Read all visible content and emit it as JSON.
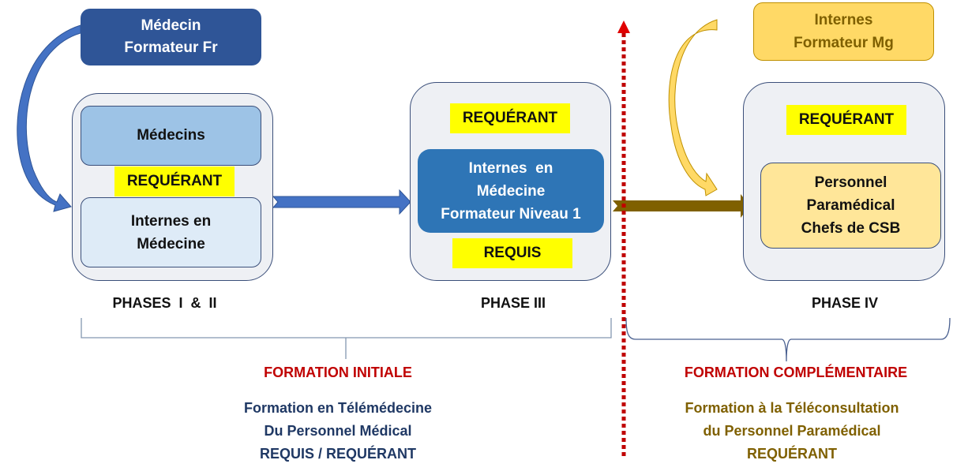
{
  "diagram": {
    "faded_title": "",
    "trainers": {
      "fr": {
        "line1": "Médecin",
        "line2": "Formateur  Fr",
        "color": "#2f5597"
      },
      "mg": {
        "line1": "Internes",
        "line2": "Formateur  Mg",
        "color": "#ffd966",
        "text_color": "#7f6000"
      }
    },
    "phase_1_2": {
      "top_box": "Médecins",
      "tag": "REQUÉRANT",
      "bottom_box_line1": "Internes en",
      "bottom_box_line2": "Médecine",
      "caption": "PHASES  I  &  II"
    },
    "phase_3": {
      "tag_top": "REQUÉRANT",
      "box_line1": "Internes  en",
      "box_line2": "Médecine",
      "box_line3": "Formateur Niveau 1",
      "tag_bottom": "REQUIS",
      "caption": "PHASE III"
    },
    "phase_4": {
      "tag": "REQUÉRANT",
      "box_line1": "Personnel",
      "box_line2": "Paramédical",
      "box_line3": "Chefs de CSB",
      "caption": "PHASE IV"
    },
    "initial": {
      "title": "FORMATION INITIALE",
      "line1": "Formation en Télémédecine",
      "line2": "Du Personnel Médical",
      "line3": "REQUIS / REQUÉRANT"
    },
    "complementary": {
      "title": "FORMATION COMPLÉMENTAIRE",
      "line1": "Formation à la Téléconsultation",
      "line2": "du Personnel Paramédical",
      "line3": "REQUÉRANT"
    },
    "colors": {
      "title_red": "#c00000",
      "initial_text": "#1f3864",
      "complementary_text": "#7f6000",
      "blue_arrow": "#4472c4",
      "brown_arrow": "#7f6000",
      "divider_red": "#c00000",
      "highlight": "#ffff00"
    }
  }
}
